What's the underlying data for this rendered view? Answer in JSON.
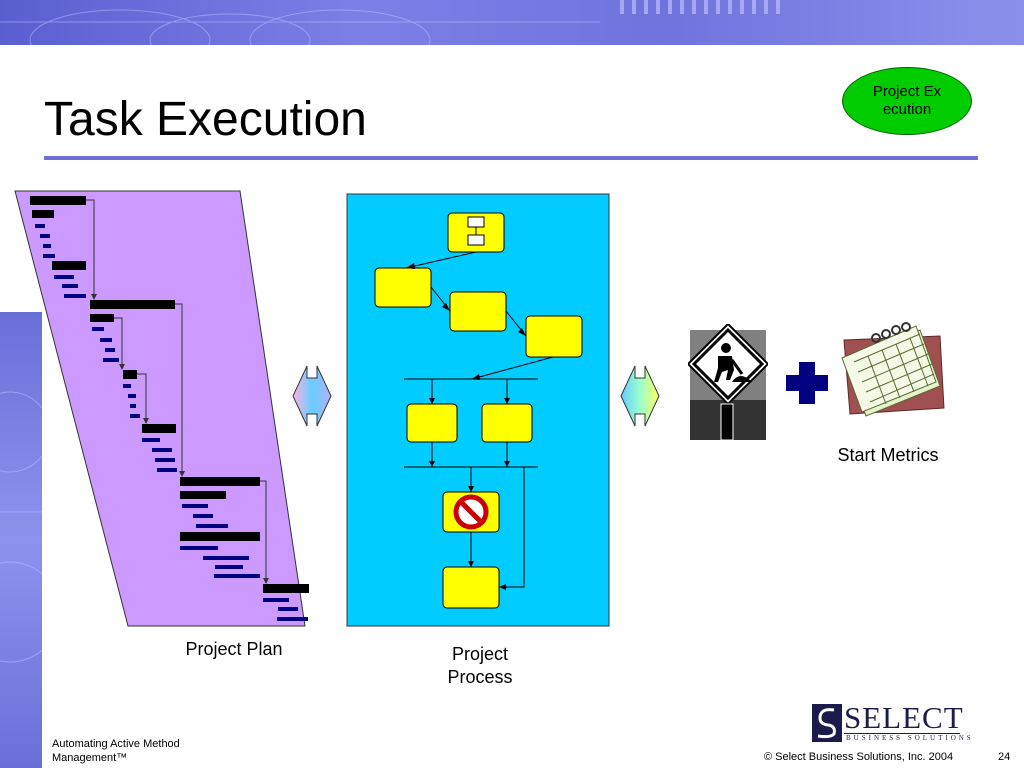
{
  "slide": {
    "title": "Task Execution",
    "badge": "Project Execution",
    "captions": {
      "plan": "Project Plan",
      "process_line1": "Project",
      "process_line2": "Process",
      "metrics": "Start Metrics"
    }
  },
  "footer": {
    "left_line1": "Automating Active Method",
    "left_line2": "Management™",
    "copyright": "© Select Business Solutions, Inc. 2004",
    "page_number": "24"
  },
  "logo": {
    "name": "SELECT",
    "tagline": "BUSINESS SOLUTIONS"
  },
  "colors": {
    "banner": "#6f74dd",
    "plan_panel": "#cc99ff",
    "process_panel": "#00ccff",
    "process_box": "#ffff00",
    "badge": "#00cc00",
    "rule": "#6f6fd8",
    "plus": "#000080"
  },
  "icons": [
    "construction-sign-icon",
    "plus-icon",
    "calendar-icon",
    "double-arrow-icon",
    "stop-icon",
    "logo-icon"
  ]
}
